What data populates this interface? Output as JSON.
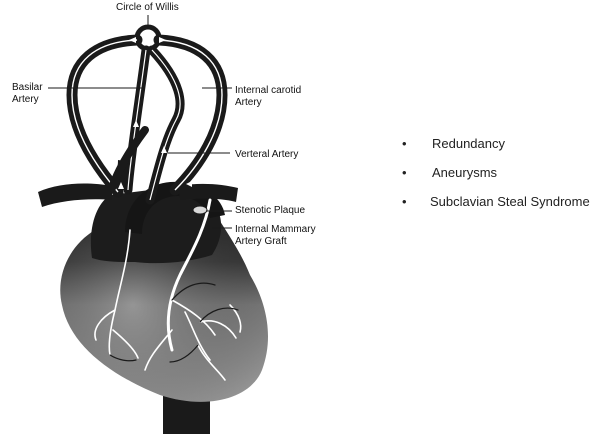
{
  "diagram": {
    "labels": {
      "circle_of_willis": "Circle of Willis",
      "basilar_artery": "Basilar\nArtery",
      "internal_carotid_artery": "Internal carotid\nArtery",
      "vertebral_artery": "Verteral Artery",
      "stenotic_plaque": "Stenotic Plaque",
      "internal_mammary_graft": "Internal Mammary\nArtery Graft"
    },
    "colors": {
      "vessel": "#1a1a1a",
      "heart_gray": "#8a8a8a",
      "heart_dark": "#1e1e1e",
      "lumen": "#ffffff"
    }
  },
  "bullets": [
    {
      "dot": "•",
      "text": "Redundancy"
    },
    {
      "dot": "•",
      "text": "Aneurysms"
    },
    {
      "dot": "•",
      "text": "Subclavian Steal Syndrome"
    }
  ]
}
